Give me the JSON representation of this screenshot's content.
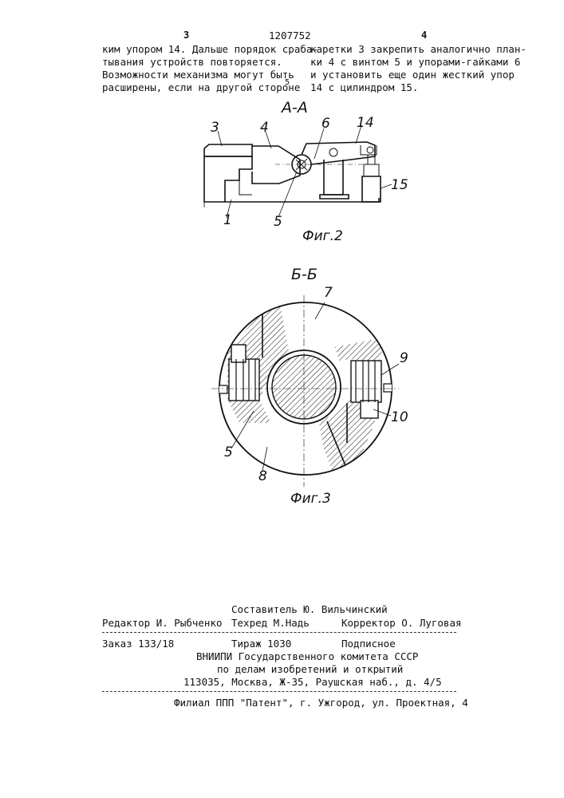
{
  "header": {
    "page_left": "3",
    "patent_number": "1207752",
    "page_right": "4"
  },
  "text": {
    "left_col": [
      "ким упором 14. Дальше порядок сраба-",
      "тывания устройств повторяется.",
      "    Возможности механизма могут быть",
      "расширены, если на другой стороне"
    ],
    "margin_num": "5",
    "right_col": [
      "каретки 3 закрепить аналогично план-",
      "ки 4 с винтом 5 и упорами-гайками 6",
      "и установить еще один жесткий упор",
      "14 с цилиндром 15."
    ]
  },
  "fig2": {
    "section": "А-А",
    "labels": {
      "l3": "3",
      "l4": "4",
      "l6": "6",
      "l14": "14",
      "l15": "15",
      "l1": "1",
      "l5": "5"
    },
    "caption": "Фиг.2"
  },
  "fig3": {
    "section": "Б-Б",
    "labels": {
      "l7": "7",
      "l9": "9",
      "l10": "10",
      "l5": "5",
      "l8": "8"
    },
    "caption": "Фиг.3"
  },
  "footer": {
    "compiler": "Составитель Ю. Вильчинский",
    "editor": "Редактор И. Рыбченко",
    "techred": "Техред М.Надь",
    "corrector": "Корректор О. Луговая",
    "order": "Заказ 133/18",
    "circulation": "Тираж 1030",
    "subscription": "Подписное",
    "org1": "ВНИИПИ Государственного комитета СССР",
    "org2": "по делам изобретений и открытий",
    "address": "113035, Москва, Ж-35, Раушская наб., д. 4/5",
    "branch": "Филиал ППП \"Патент\", г. Ужгород, ул. Проектная, 4"
  }
}
